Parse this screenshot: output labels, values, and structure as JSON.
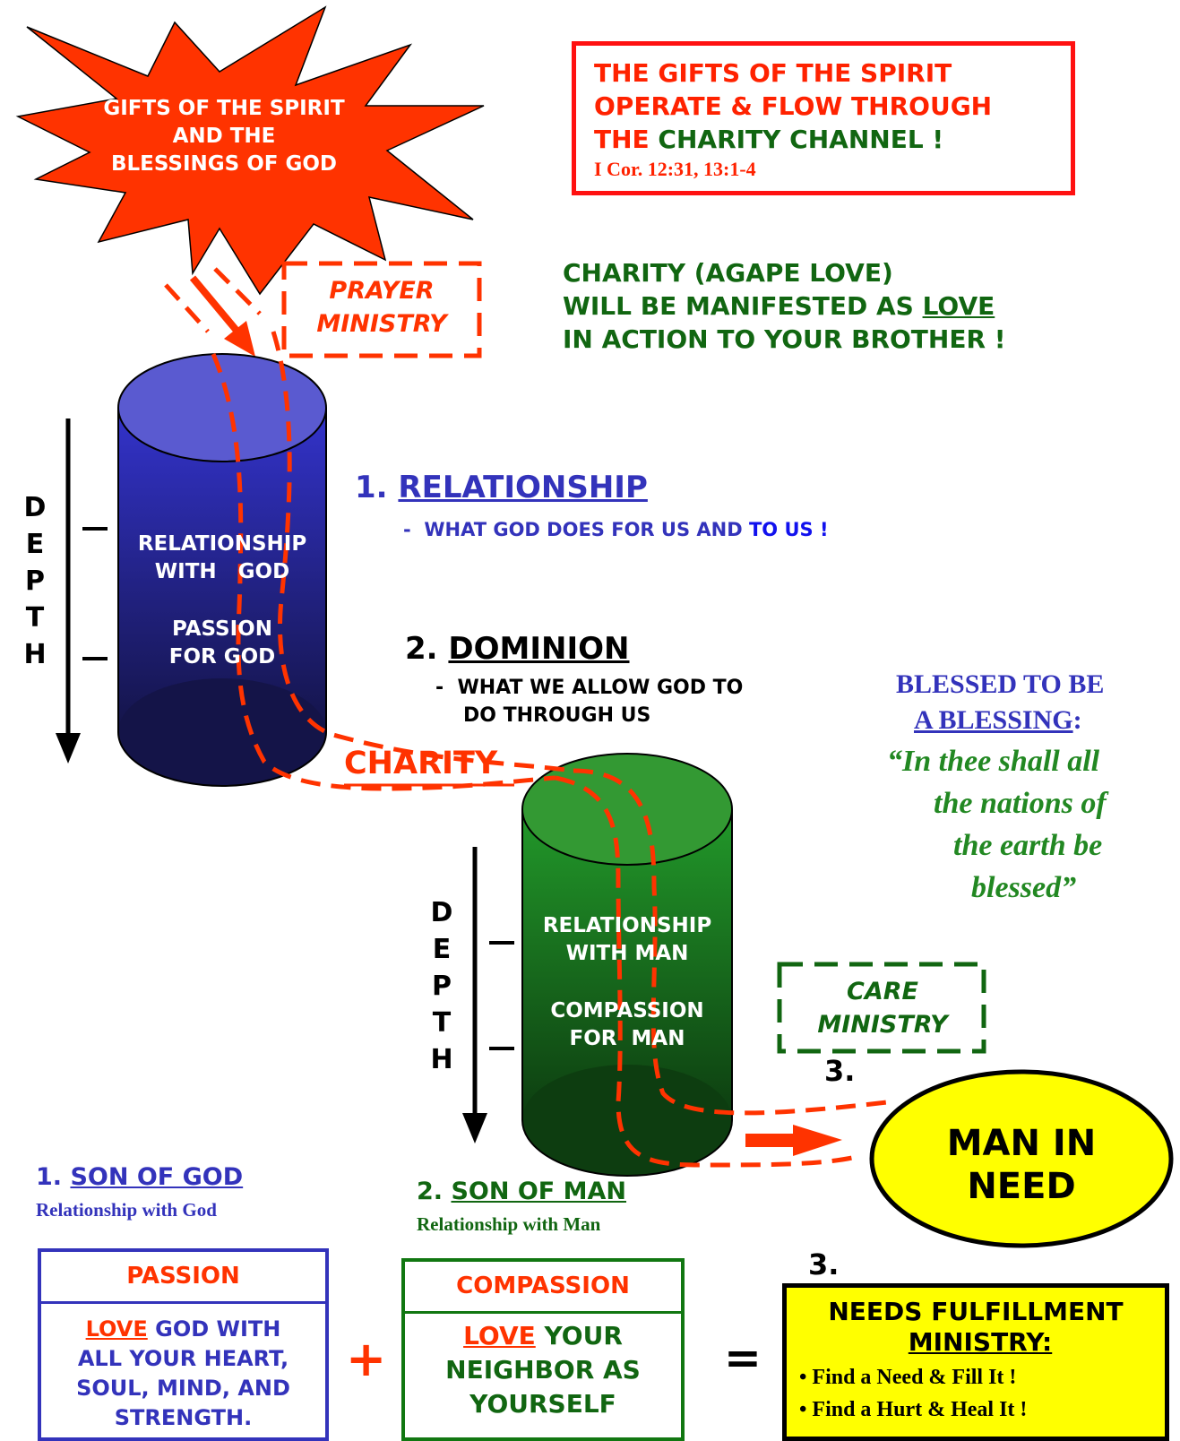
{
  "burst": {
    "line1": "GIFTS OF THE SPIRIT",
    "line2": "AND THE",
    "line3": "BLESSINGS OF GOD"
  },
  "top_box": {
    "line1": "THE GIFTS OF THE SPIRIT",
    "line2": "OPERATE & FLOW THROUGH",
    "line3_red": "THE",
    "line3_green": "CHARITY CHANNEL !",
    "reference": "I Cor. 12:31, 13:1-4"
  },
  "charity_statement": {
    "line1": "CHARITY (AGAPE LOVE)",
    "line2_prefix": "WILL BE MANIFESTED AS",
    "line2_underlined": "LOVE",
    "line3": "IN ACTION TO YOUR BROTHER !"
  },
  "prayer_ministry": {
    "line1": "PRAYER",
    "line2": "MINISTRY"
  },
  "care_ministry": {
    "line1": "CARE",
    "line2": "MINISTRY"
  },
  "depth_letters": [
    "D",
    "E",
    "P",
    "T",
    "H"
  ],
  "god_cylinder": {
    "line1": "RELATIONSHIP",
    "line2": "WITH   GOD",
    "line3": "PASSION",
    "line4": "FOR GOD"
  },
  "man_cylinder": {
    "line1": "RELATIONSHIP",
    "line2": "WITH MAN",
    "line3": "COMPASSION",
    "line4": "FOR  MAN"
  },
  "relationship": {
    "number": "1.",
    "title": "RELATIONSHIP",
    "desc_dash": "-",
    "desc_blue": "WHAT GOD DOES FOR US AND",
    "desc_tail": "TO US !"
  },
  "dominion": {
    "number": "2.",
    "title": "DOMINION",
    "desc_dash": "-",
    "desc_line1": "WHAT WE ALLOW GOD TO",
    "desc_line2": "DO THROUGH US"
  },
  "charity_label": "CHARITY",
  "blessed": {
    "line1": "BLESSED TO BE",
    "line2": "A BLESSING",
    "line2_colon": ":",
    "quote1": "“In thee shall all",
    "quote2": "the nations of",
    "quote3": "the earth be",
    "quote4": "blessed”"
  },
  "man_in_need": {
    "line1": "MAN IN",
    "line2": "NEED",
    "number": "3."
  },
  "son_of_god": {
    "number": "1.",
    "title": "SON OF GOD",
    "subtitle": "Relationship with God"
  },
  "son_of_man": {
    "number": "2.",
    "title": "SON OF MAN",
    "subtitle": "Relationship with Man"
  },
  "passion_box": {
    "header": "PASSION",
    "love": "LOVE",
    "line1": "GOD WITH",
    "line2": "ALL YOUR HEART,",
    "line3": "SOUL, MIND, AND",
    "line4": "STRENGTH."
  },
  "plus": "+",
  "equals": "=",
  "compassion_box": {
    "header": "COMPASSION",
    "love": "LOVE",
    "line1": "YOUR",
    "line2": "NEIGHBOR AS",
    "line3": "YOURSELF"
  },
  "needs_box": {
    "number": "3.",
    "line1": "NEEDS FULFILLMENT",
    "line2": "MINISTRY:",
    "bullet1": "• Find a Need & Fill It !",
    "bullet2": "• Find a Hurt & Heal It !"
  },
  "colors": {
    "red": "#ff3300",
    "green": "#116611",
    "blue": "#3333bb",
    "yellow": "#ffff00",
    "god_cylinder_top": "#5555cc",
    "man_cylinder_top": "#339933"
  }
}
